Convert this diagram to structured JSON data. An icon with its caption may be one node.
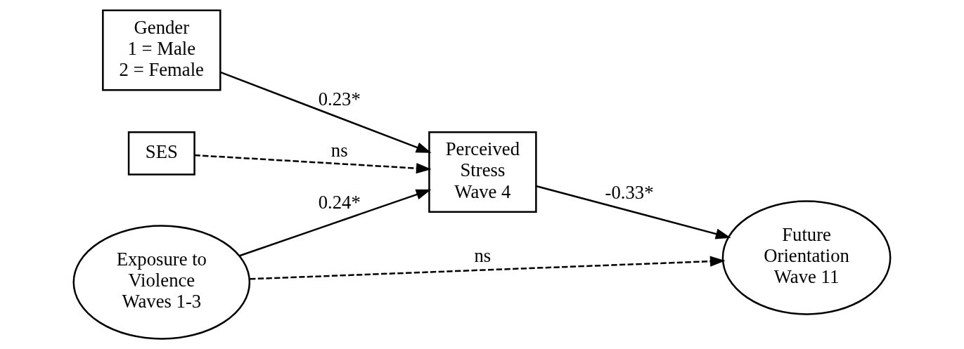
{
  "diagram": {
    "nodes": [
      {
        "text": [
          "SES"
        ]
      },
      {
        "text": [
          "Gender",
          "1 = Male",
          "2 = Female"
        ]
      },
      {
        "text": [
          "Perceived Stress",
          "Wave 4"
        ]
      },
      {
        "text": [
          "Exposure to Violence",
          "Waves 1-3"
        ]
      },
      {
        "text": [
          "Future Orientation",
          "Wave 11"
        ]
      }
    ],
    "edges": [
      {
        "from": 0,
        "to": 2,
        "arrow": "to",
        "label": "ns",
        "style": "dashed"
      },
      {
        "from": 1,
        "to": 2,
        "arrow": "to",
        "label": "0.23*"
      },
      {
        "from": 3,
        "to": 2,
        "arrow": "to",
        "label": "0.24*"
      },
      {
        "from": 2,
        "to": 4,
        "arrow": "to",
        "label": "-0.33*"
      },
      {
        "from": 3,
        "to": 4,
        "arrow": "to",
        "label": "ns",
        "style": "dashed"
      }
    ]
  }
}
